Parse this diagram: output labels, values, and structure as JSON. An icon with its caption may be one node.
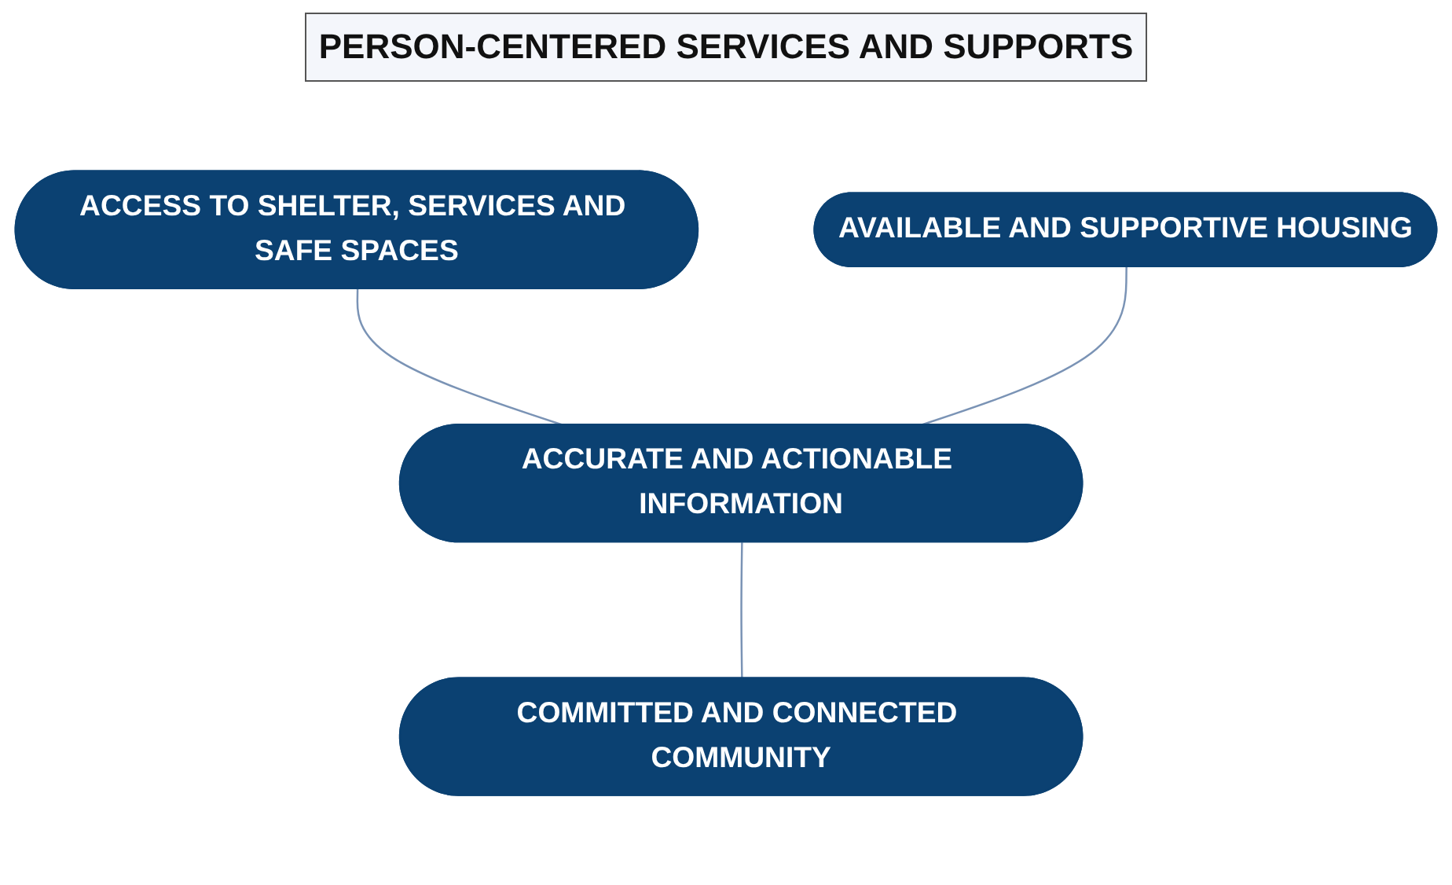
{
  "diagram": {
    "title": "PERSON-CENTERED SERVICES AND SUPPORTS",
    "nodes": [
      {
        "text": [
          "ACCESS TO SHELTER, SERVICES AND SAFE SPACES"
        ]
      },
      {
        "text": [
          "AVAILABLE AND SUPPORTIVE HOUSING"
        ]
      },
      {
        "text": [
          "ACCURATE AND ACTIONABLE INFORMATION"
        ]
      },
      {
        "text": [
          "COMMITTED AND CONNECTED COMMUNITY"
        ]
      }
    ],
    "edges": [
      {
        "from": 0,
        "to": 2,
        "arrow": "none"
      },
      {
        "from": 1,
        "to": 2,
        "arrow": "none"
      },
      {
        "from": 2,
        "to": 3,
        "arrow": "none"
      }
    ]
  }
}
